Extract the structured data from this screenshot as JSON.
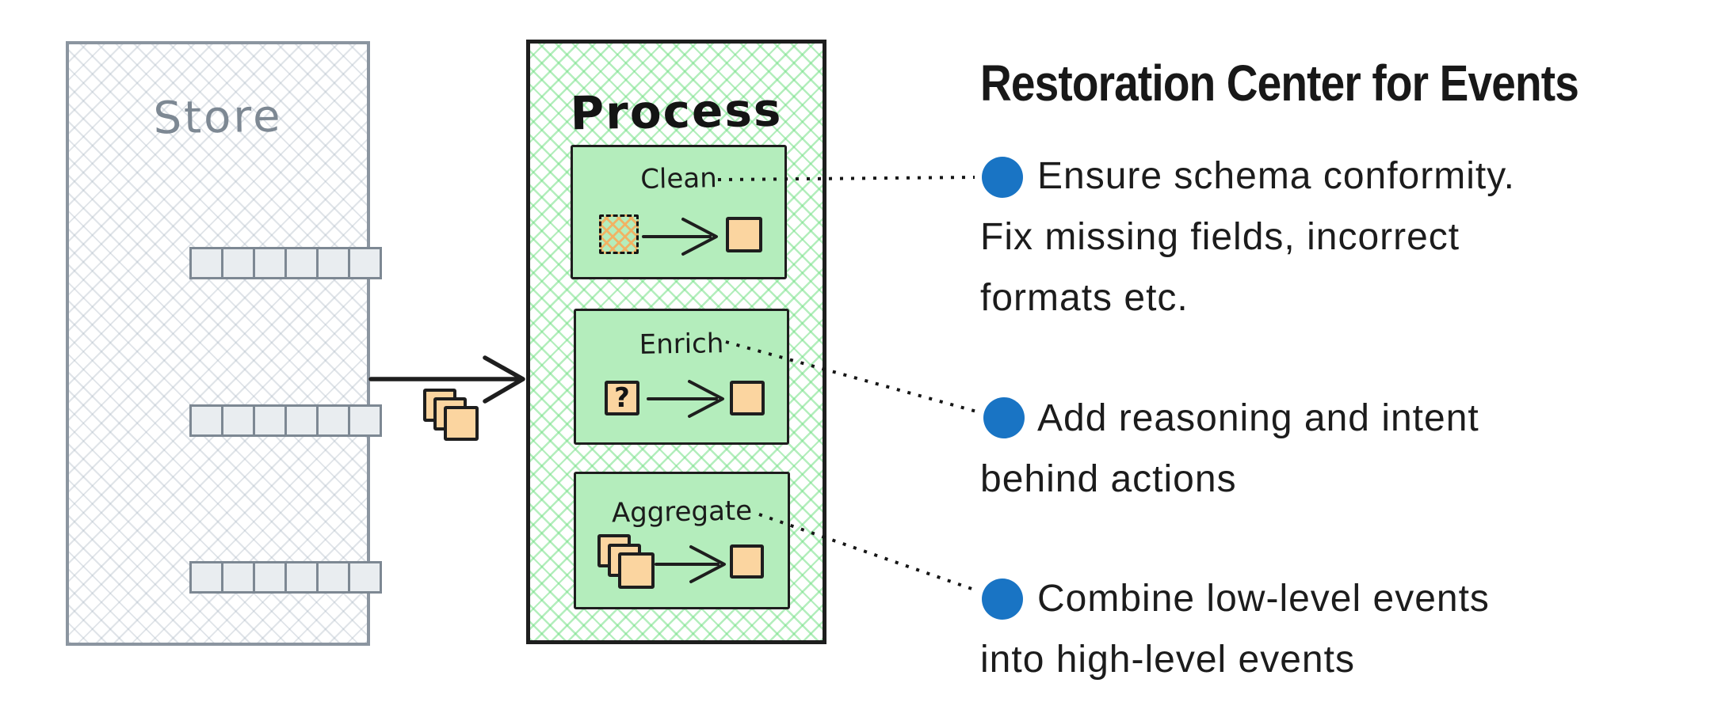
{
  "diagram": {
    "store": {
      "title": "Store",
      "shelf_row_count": 3,
      "cells_per_row": 6
    },
    "process": {
      "title": "Process",
      "steps": [
        {
          "label": "Clean",
          "input_icon": "hatched-dashed-square",
          "output_icon": "filled-square"
        },
        {
          "label": "Enrich",
          "icon_text": "?",
          "output_icon": "filled-square"
        },
        {
          "label": "Aggregate",
          "input_icon": "stacked-squares",
          "output_icon": "filled-square"
        }
      ]
    },
    "flow": {
      "store_to_process_icon": "stacked-squares-arrow"
    },
    "notes": {
      "title": "Restoration Center for Events",
      "items": [
        {
          "bullet": "blue-dot",
          "lines": [
            "Ensure schema conformity.",
            "Fix missing fields, incorrect",
            "formats etc."
          ]
        },
        {
          "bullet": "blue-dot",
          "lines": [
            "Add reasoning and intent",
            "behind actions"
          ]
        },
        {
          "bullet": "blue-dot",
          "lines": [
            "Combine low-level events",
            "into high-level events"
          ]
        }
      ]
    },
    "colors": {
      "bullet_blue": "#1974c4",
      "process_step_green": "#b4edbc",
      "hatch_green": "#74e086",
      "event_orange": "#fbd5a0",
      "ink": "#1e1e1e",
      "store_gray_stroke": "#8b95a0",
      "store_cell_fill": "#e9edf0",
      "note_text": "#1c1c1c"
    }
  }
}
